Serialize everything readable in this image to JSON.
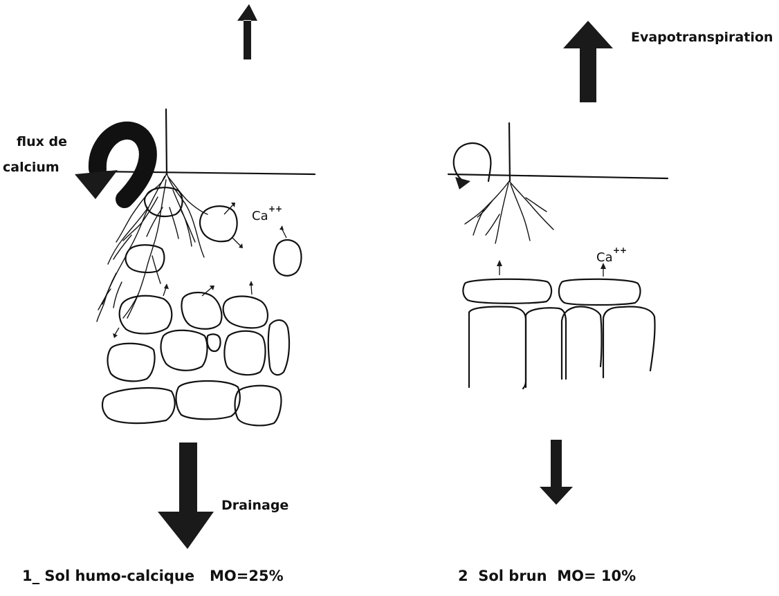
{
  "panel_left": {
    "caption": "1_ Sol humo-calcique   MO=25%",
    "flux_label_line1": "flux de",
    "flux_label_line2": "calcium",
    "ion_label": "Ca",
    "ion_charge": "++",
    "drainage_label": "Drainage"
  },
  "panel_right": {
    "caption": "2  Sol brun  MO= 10%",
    "evapotranspiration_label": "Evapotranspiration",
    "ion_label": "Ca",
    "ion_charge": "++"
  }
}
